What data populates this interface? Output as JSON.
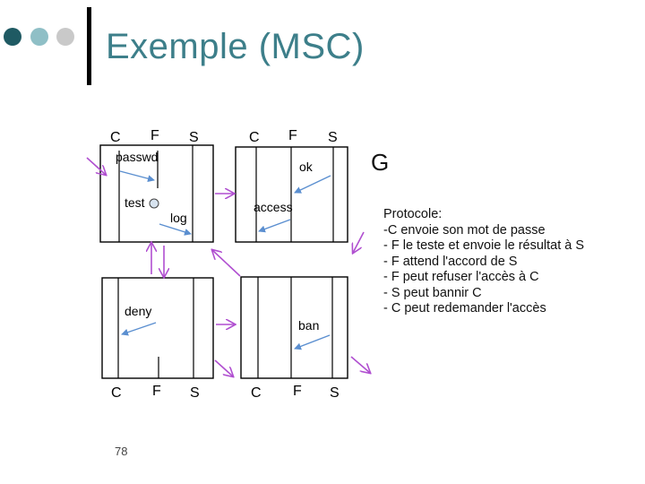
{
  "title": "Exemple (MSC)",
  "page_number": "78",
  "colors": {
    "title": "#3d7f8a",
    "dot_dark": "#1f5a63",
    "dot_mid": "#8fbfc6",
    "dot_light": "#c9c9c9",
    "message_arrow": "#5b8fd0",
    "transition_arrow": "#b04fd0"
  },
  "side_label": "G",
  "protocol": {
    "heading": "Protocole:",
    "lines": [
      "-C envoie son mot de passe",
      "- F le teste et envoie le résultat à S",
      "- F attend l'accord de S",
      "- F peut refuser l'accès à C",
      "- S peut bannir C",
      "- C peut redemander l'accès"
    ]
  },
  "diagrams": {
    "top_left": {
      "lifelines": [
        "C",
        "F",
        "S"
      ],
      "messages": [
        "passwd",
        "test",
        "log"
      ]
    },
    "top_right": {
      "lifelines": [
        "C",
        "F",
        "S"
      ],
      "messages": [
        "ok",
        "access"
      ]
    },
    "bottom_left": {
      "lifelines": [
        "C",
        "F",
        "S"
      ],
      "messages": [
        "deny"
      ]
    },
    "bottom_right": {
      "lifelines": [
        "C",
        "F",
        "S"
      ],
      "messages": [
        "ban"
      ]
    }
  }
}
